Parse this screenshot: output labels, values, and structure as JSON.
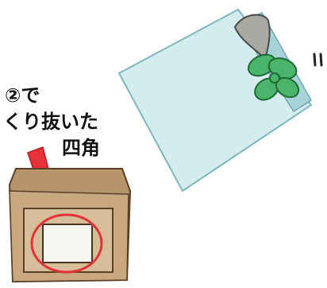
{
  "callout": {
    "line1": "②で",
    "line2": "くり抜いた",
    "line3": "四角"
  },
  "colors": {
    "paper_blue": "#d4ecee",
    "ribbon_blue": "#a7d3d8",
    "leaf_gray": "#a9a9a3",
    "bow_green": "#49b46a",
    "box_brown": "#b8946c",
    "box_light": "#d6be9b",
    "arrow_red": "#e7323a",
    "circle_red": "#e2313b"
  }
}
